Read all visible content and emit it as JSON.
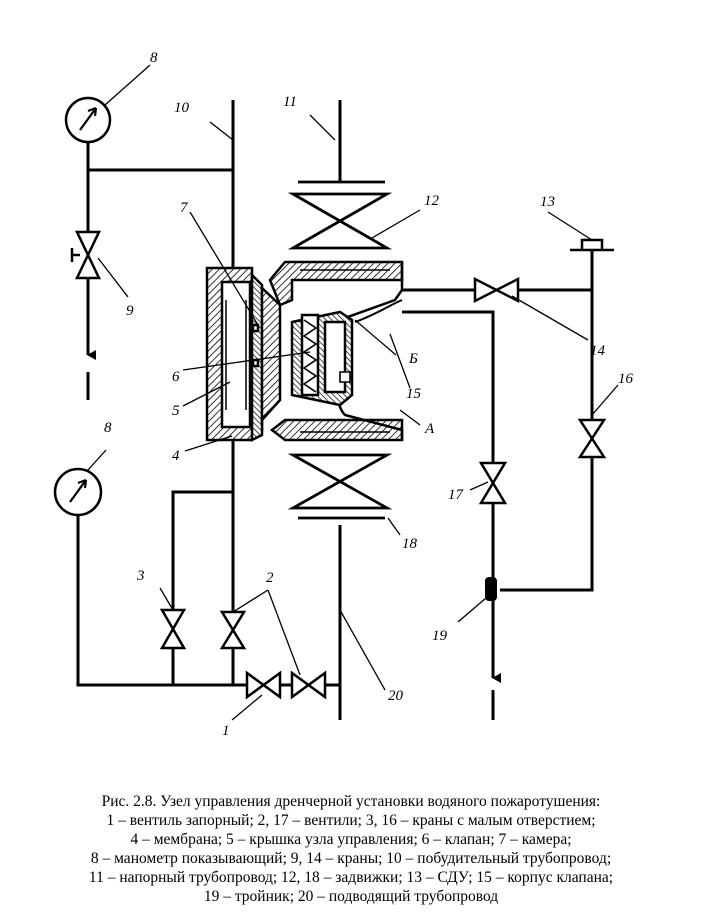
{
  "diagram": {
    "labels": {
      "l1": "1",
      "l2": "2",
      "l3": "3",
      "l4": "4",
      "l5": "5",
      "l6": "6",
      "l7": "7",
      "l8a": "8",
      "l8b": "8",
      "l9": "9",
      "l10": "10",
      "l11": "11",
      "l12": "12",
      "l13": "13",
      "l14": "14",
      "l15": "15",
      "l16": "16",
      "l17": "17",
      "l18": "18",
      "l19": "19",
      "l20": "20",
      "lA": "А",
      "lB": "Б"
    }
  },
  "caption": {
    "line1": "Рис. 2.8. Узел управления дренчерной установки водяного пожаротушения:",
    "line2": "1 – вентиль запорный; 2, 17 – вентили; 3, 16 – краны с малым отверстием;",
    "line3": "4 – мембрана; 5 – крышка узла управления; 6 – клапан; 7 – камера;",
    "line4": "8 – манометр показывающий; 9, 14 – краны; 10 – побудительный трубопровод;",
    "line5": "11 – напорный трубопровод; 12, 18 – задвижки; 13 – СДУ; 15 – корпус клапана;",
    "line6": "19 – тройник; 20 – подводящий трубопровод"
  }
}
